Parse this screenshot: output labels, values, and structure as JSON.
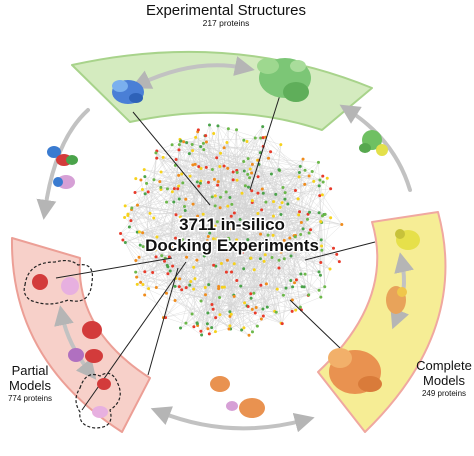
{
  "center": {
    "line1": "3711 in-silico",
    "line2": "Docking Experiments"
  },
  "sections": {
    "experimental": {
      "title": "Experimental Structures",
      "count": "217 proteins",
      "color": "#cfe8b8"
    },
    "complete": {
      "title_line1": "Complete",
      "title_line2": "Models",
      "count": "249 proteins",
      "color": "#f6ec8e"
    },
    "partial": {
      "title_line1": "Partial",
      "title_line2": "Models",
      "count": "774 proteins",
      "color": "#f6c9c2"
    }
  },
  "network_colors": [
    "#e83a2a",
    "#f08c1c",
    "#f6d21c",
    "#6cb84a",
    "#4aa34a"
  ]
}
